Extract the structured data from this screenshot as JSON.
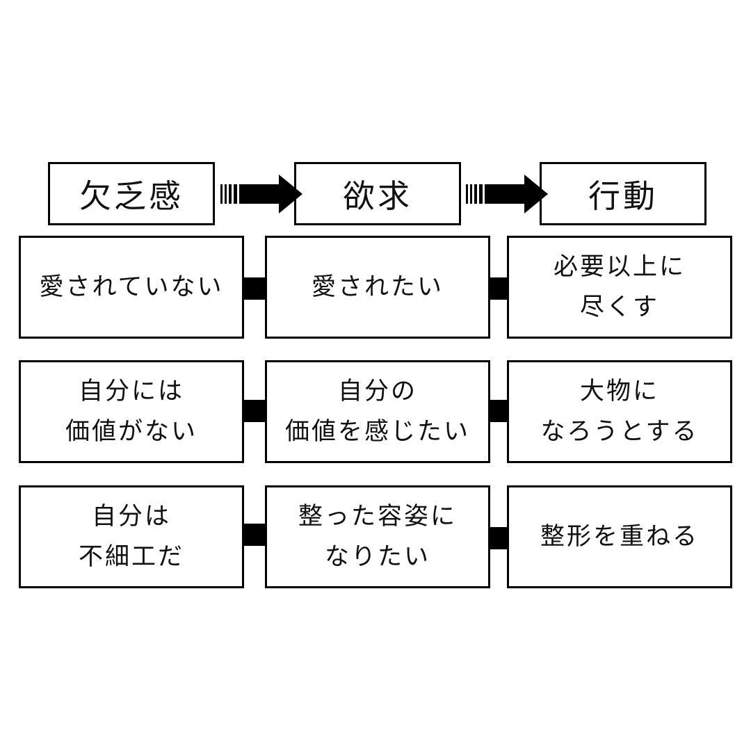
{
  "headers": [
    "欠乏感",
    "欲求",
    "行動"
  ],
  "rows": [
    {
      "lack": [
        "愛されていない"
      ],
      "desire": [
        "愛されたい"
      ],
      "action": [
        "必要以上に",
        "尽くす"
      ]
    },
    {
      "lack": [
        "自分には",
        "価値がない"
      ],
      "desire": [
        "自分の",
        "価値を感じたい"
      ],
      "action": [
        "大物に",
        "なろうとする"
      ]
    },
    {
      "lack": [
        "自分は",
        "不細工だ"
      ],
      "desire": [
        "整った容姿に",
        "なりたい"
      ],
      "action": [
        "整形を重ねる"
      ]
    }
  ],
  "colors": {
    "border": "#000000",
    "background": "#ffffff",
    "text": "#111111"
  },
  "icons": {
    "header_arrow": "striped-right-arrow-icon",
    "row_link": "bar-connector"
  }
}
